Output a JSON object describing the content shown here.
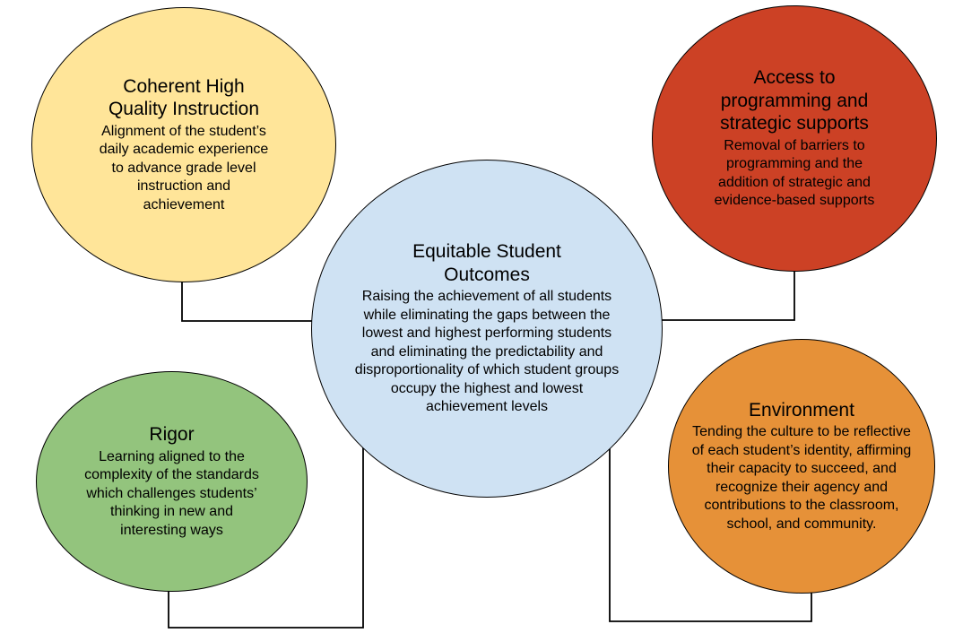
{
  "page": {
    "background": "#FFFFFF",
    "connector_color": "#000000",
    "text_color": "#000000"
  },
  "nodes": [
    {
      "id": "coherent-high-quality-instruction",
      "title": "Coherent High Quality Instruction",
      "body": "Alignment of the student’s daily academic experience to advance grade level instruction and achievement",
      "fill": "#FFE599",
      "border": "#000000"
    },
    {
      "id": "access-to-programming-and-strategic-supports",
      "title": "Access to programming and strategic supports",
      "body": "Removal of barriers to programming and the addition of strategic and evidence-based supports",
      "fill": "#CC4125",
      "border": "#000000"
    },
    {
      "id": "equitable-student-outcomes",
      "title": "Equitable Student Outcomes",
      "body": "Raising the achievement of all students while eliminating the gaps between the lowest and highest performing students and eliminating the predictability and disproportionality of which student groups occupy the highest and lowest achievement levels",
      "fill": "#CFE2F3",
      "border": "#000000"
    },
    {
      "id": "rigor",
      "title": "Rigor",
      "body": "Learning aligned to the complexity of the standards which challenges students’ thinking in new and interesting ways",
      "fill": "#93C47D",
      "border": "#000000"
    },
    {
      "id": "environment",
      "title": "Environment",
      "body": "Tending the culture to be reflective of each student’s identity, affirming their capacity to succeed, and recognize their agency and contributions to the classroom, school, and community.",
      "fill": "#E69138",
      "border": "#000000"
    }
  ]
}
